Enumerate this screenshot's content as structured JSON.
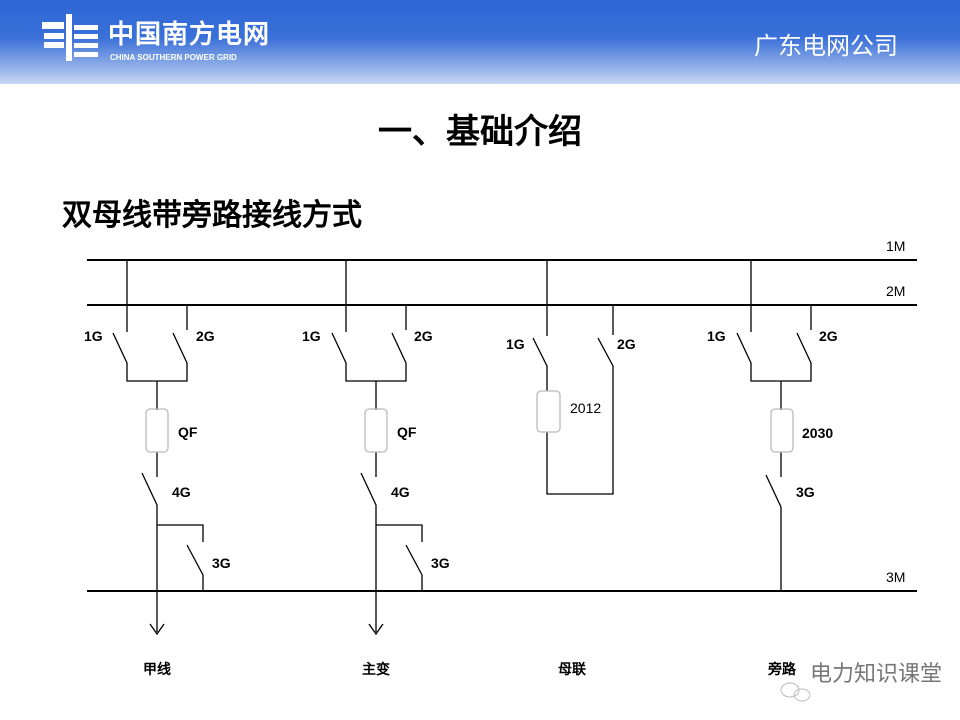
{
  "header": {
    "logo_cn": "中国南方电网",
    "logo_en": "CHINA SOUTHERN POWER GRID",
    "company": "广东电网公司",
    "bg_color": "#2f66d6"
  },
  "title": "一、基础介绍",
  "subtitle": "双母线带旁路接线方式",
  "diagram": {
    "buses": {
      "b1": "1M",
      "b2": "2M",
      "b3": "3M"
    },
    "bay1": {
      "s1": "1G",
      "s2": "2G",
      "breaker": "QF",
      "s4": "4G",
      "s3": "3G",
      "name": "甲线"
    },
    "bay2": {
      "s1": "1G",
      "s2": "2G",
      "breaker": "QF",
      "s4": "4G",
      "s3": "3G",
      "name": "主变"
    },
    "bay3": {
      "s1": "1G",
      "s2": "2G",
      "breaker": "2012",
      "name": "母联"
    },
    "bay4": {
      "s1": "1G",
      "s2": "2G",
      "breaker": "2030",
      "s3": "3G",
      "name": "旁路"
    }
  },
  "watermark": "电力知识课堂"
}
